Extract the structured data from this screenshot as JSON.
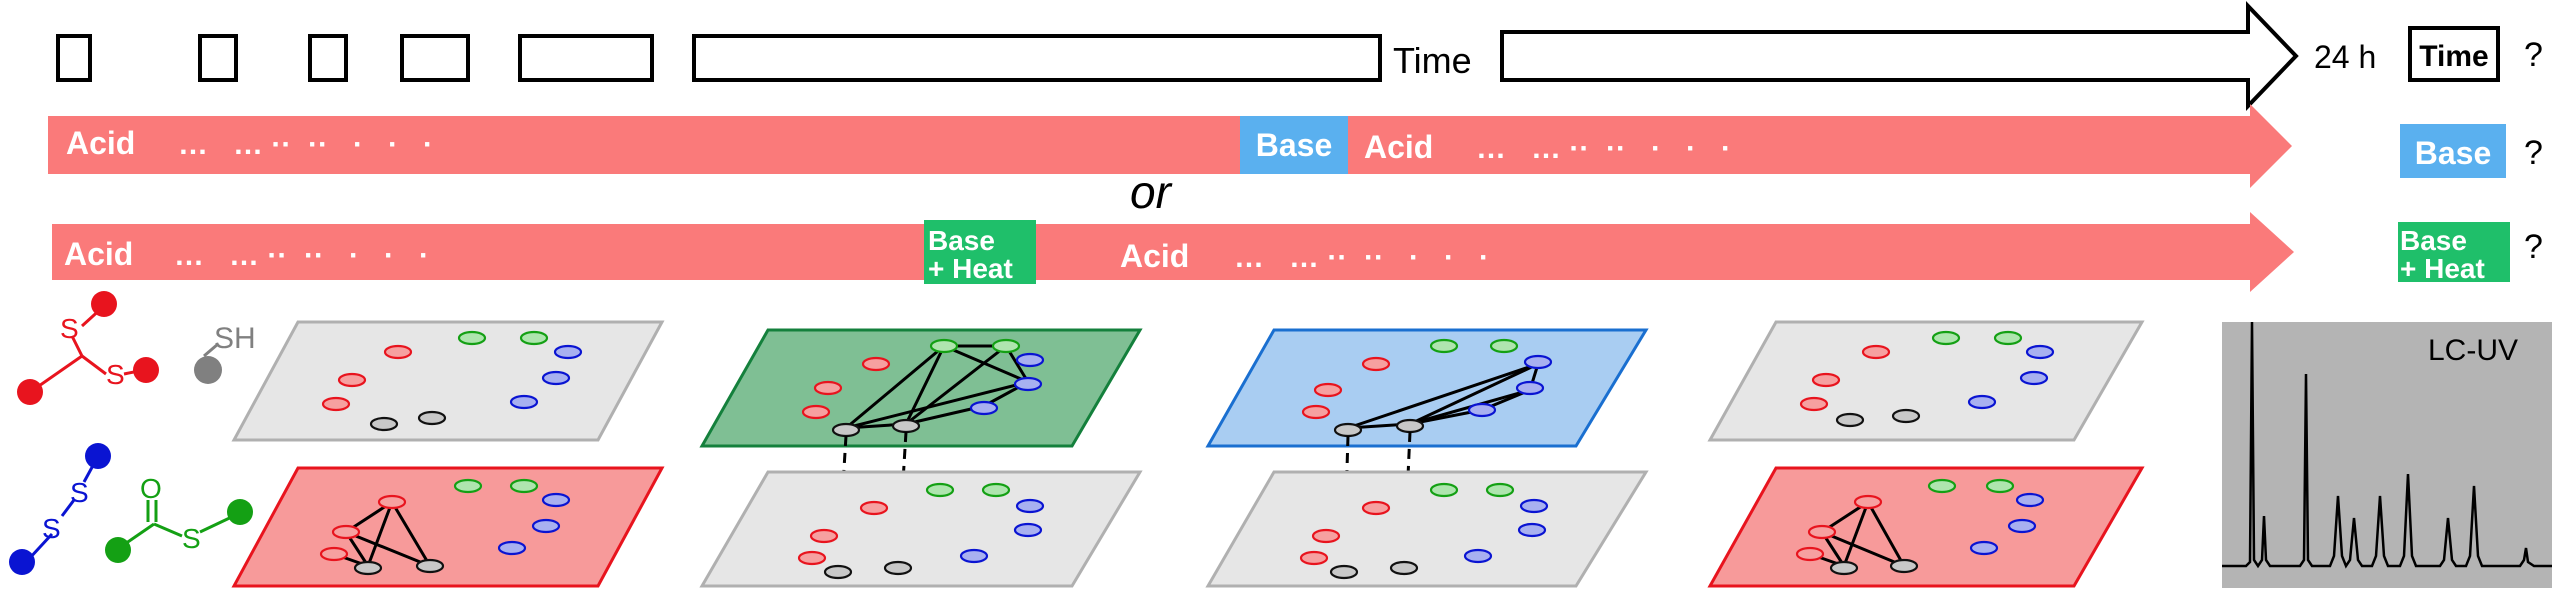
{
  "timeline": {
    "time_label": "Time",
    "end_label": "24 h",
    "box_label": "Time",
    "question": "?"
  },
  "row1": {
    "segments": [
      "Acid",
      "Base",
      "Acid"
    ],
    "dots_left": "…   … ··  ··   ·   ·   ·",
    "dots_right": "…   … ··  ··   ·   ·   ·",
    "end_box": "Base",
    "question": "?"
  },
  "or_label": "or",
  "row2": {
    "segments": [
      "Acid",
      "Base\n+ Heat",
      "Acid"
    ],
    "base_line1": "Base",
    "base_line2": "+ Heat",
    "dots_left": "…   … ··  ··   ·   ·   ·",
    "dots_right": "…   … ··  ··   ·   ·   ·",
    "end_line1": "Base",
    "end_line2": "+ Heat",
    "question": "?"
  },
  "molecules": {
    "thiol_label": "SH",
    "s1": "S",
    "s2": "S",
    "s3": "S",
    "s4": "S",
    "s5": "S",
    "o": "O"
  },
  "lcuv": {
    "label": "LC-UV"
  },
  "colors": {
    "acid": "#fa7a7a",
    "base": "#5ab0ef",
    "base_heat": "#1fbf6a",
    "red": "#e8141e",
    "blue": "#0a14d2",
    "green": "#14a014",
    "gray_plane": "#e6e6e6",
    "green_plane": "#7fbf94",
    "blue_plane": "#a9cdf2",
    "red_plane": "#f79a9a",
    "chromatogram_bg": "#b4b4b4"
  }
}
